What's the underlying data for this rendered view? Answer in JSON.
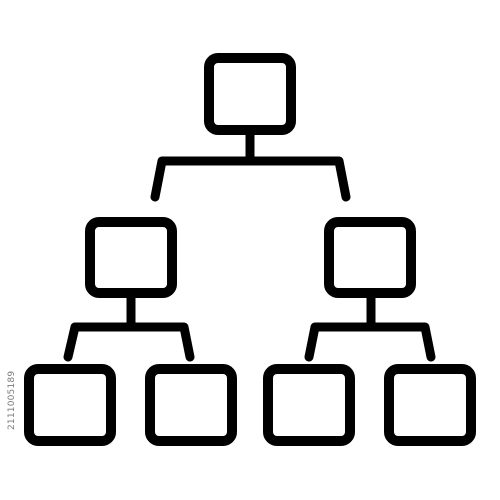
{
  "colors": {
    "background": "#ffffff",
    "stroke": "#000000",
    "id_text": "#7a7a7a"
  },
  "watermark": {
    "label": "2111005189"
  },
  "diagram": {
    "type": "hierarchy-icon",
    "nodes": [
      {
        "name": "root-box",
        "level": 0
      },
      {
        "name": "left-child-box",
        "level": 1
      },
      {
        "name": "right-child-box",
        "level": 1
      },
      {
        "name": "left-grandchild-1-box",
        "level": 2
      },
      {
        "name": "left-grandchild-2-box",
        "level": 2
      },
      {
        "name": "right-grandchild-1-box",
        "level": 2
      },
      {
        "name": "right-grandchild-2-box",
        "level": 2
      }
    ]
  }
}
